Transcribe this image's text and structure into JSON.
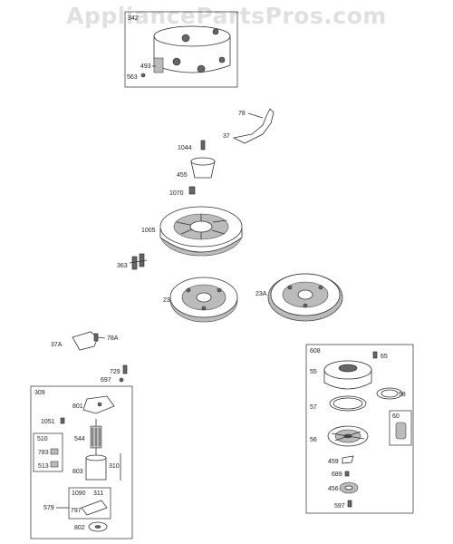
{
  "watermark": "AppliancePartsPros.com",
  "callouts": {
    "p342": "342",
    "p493": "493",
    "p563": "563",
    "p78": "78",
    "p37": "37",
    "p1044": "1044",
    "p455": "455",
    "p1070": "1070",
    "p1005": "1005",
    "p363": "363",
    "p23": "23",
    "p23A": "23A",
    "p37A": "37A",
    "p78A": "78A",
    "p729": "729",
    "p697": "697",
    "p309": "309",
    "p801": "801",
    "p1051": "1051",
    "p544": "544",
    "p510": "510",
    "p783": "783",
    "p513": "513",
    "p803": "803",
    "p310": "310",
    "p1090": "1090",
    "p311": "311",
    "p579": "579",
    "p797": "797",
    "p802": "802",
    "p608": "608",
    "p55": "55",
    "p65": "65",
    "p58": "58",
    "p57": "57",
    "p60": "60",
    "p56": "56",
    "p459": "459",
    "p689": "689",
    "p456": "456",
    "p597": "597"
  }
}
